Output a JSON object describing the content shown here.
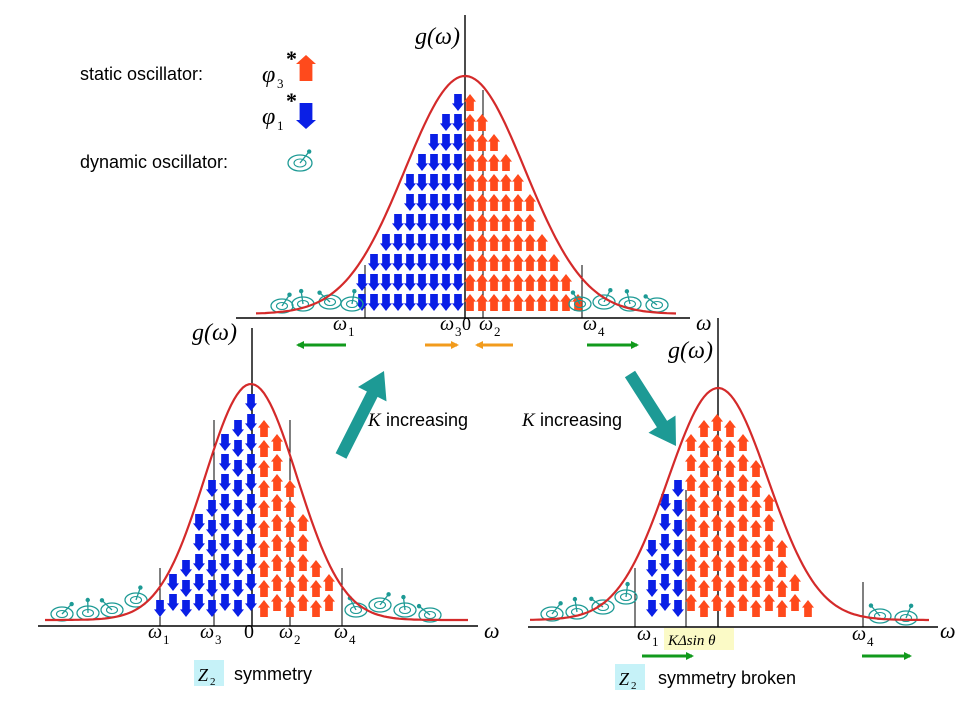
{
  "legend": {
    "static_label": "static oscillator:",
    "dynamic_label": "dynamic oscillator:",
    "phi3_label": "φ",
    "phi3_sub": "3",
    "phi1_label": "φ",
    "phi1_sub": "1",
    "star": "*"
  },
  "axes": {
    "g_label": "g(ω)",
    "omega_label": "ω",
    "omega_letter": "ω",
    "zero": "0",
    "sub1": "1",
    "sub2": "2",
    "sub3": "3",
    "sub4": "4"
  },
  "transitions": {
    "left_label": "increasing",
    "right_label": "increasing",
    "k_symbol": "K"
  },
  "bottom_left": {
    "z2": "Z",
    "z2_sub": "2",
    "caption": "symmetry"
  },
  "bottom_right": {
    "z2": "Z",
    "z2_sub": "2",
    "caption": "symmetry broken",
    "box_label": "KΔsin θ"
  },
  "colors": {
    "red_arrow": "#ff4a1c",
    "blue_arrow": "#0a1fe6",
    "curve": "#d42a2a",
    "teal": "#1d9a95",
    "green": "#119a1c",
    "orange": "#f29b1c",
    "z2_box": "#c6f2f8",
    "ksin_box": "#fbfac6"
  }
}
